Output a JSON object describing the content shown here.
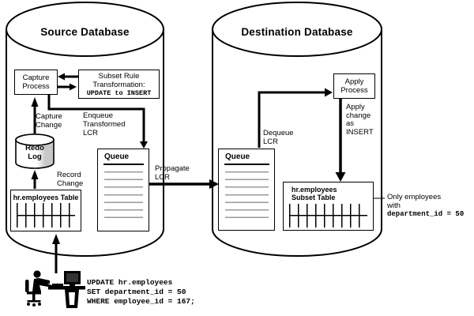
{
  "source_db": {
    "title": "Source Database",
    "capture_process_label": "Capture\nProcess",
    "subset_rule_label": "Subset Rule\nTransformation:",
    "subset_rule_code": "UPDATE to INSERT",
    "capture_change_label": "Capture\nChange",
    "enqueue_label": "Enqueue\nTransformed\nLCR",
    "redo_log_label": "Redo\nLog",
    "record_change_label": "Record\nChange",
    "employees_table_label": "hr.employees Table",
    "queue_label": "Queue"
  },
  "propagate_label": "Propagate\nLCR",
  "dest_db": {
    "title": "Destination Database",
    "queue_label": "Queue",
    "dequeue_label": "Dequeue\nLCR",
    "apply_process_label": "Apply\nProcess",
    "apply_change_label": "Apply\nchange\nas\nINSERT",
    "subset_table_label": "hr.employees\nSubset Table"
  },
  "annotation": {
    "text": "Only employees\nwith",
    "code": "department_id = 50"
  },
  "sql": {
    "text": "UPDATE hr.employees\nSET department_id = 50\nWHERE employee_id = 167;"
  },
  "colors": {
    "line": "#000000",
    "queue_line_gray": "#999999",
    "redo_shade_gray": "#c8c8c8",
    "background": "#ffffff"
  }
}
